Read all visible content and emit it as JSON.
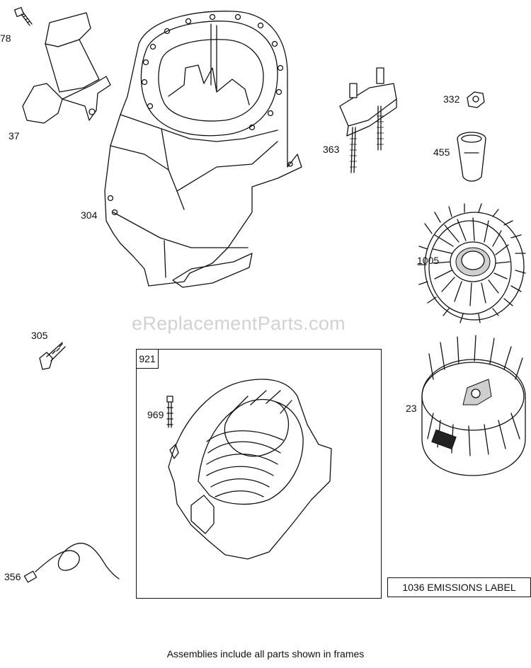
{
  "watermark": "eReplacementParts.com",
  "parts": [
    {
      "id": "p78",
      "num": "78"
    },
    {
      "id": "p37",
      "num": "37"
    },
    {
      "id": "p304",
      "num": "304"
    },
    {
      "id": "p363",
      "num": "363"
    },
    {
      "id": "p332",
      "num": "332"
    },
    {
      "id": "p455",
      "num": "455"
    },
    {
      "id": "p1005",
      "num": "1005"
    },
    {
      "id": "p305",
      "num": "305"
    },
    {
      "id": "p921",
      "num": "921"
    },
    {
      "id": "p969",
      "num": "969"
    },
    {
      "id": "p23",
      "num": "23"
    },
    {
      "id": "p356",
      "num": "356"
    }
  ],
  "emissions_label": "1036 EMISSIONS LABEL",
  "footnote": "Assemblies include all parts shown in frames"
}
